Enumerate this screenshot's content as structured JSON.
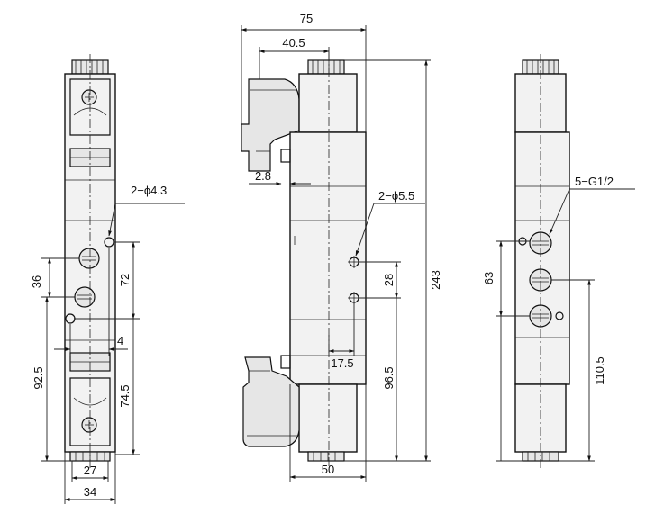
{
  "views": {
    "left": {
      "labels": {
        "hole_callout": "2−ϕ4.3",
        "height_36": "36",
        "height_72": "72",
        "width_4": "4",
        "height_92_5": "92.5",
        "height_74_5": "74.5",
        "width_27": "27",
        "width_34": "34"
      }
    },
    "center": {
      "labels": {
        "width_75": "75",
        "width_40_5": "40.5",
        "offset_2_8": "2.8",
        "hole_callout": "2−ϕ5.5",
        "height_28": "28",
        "offset_17_5": "17.5",
        "height_96_5": "96.5",
        "height_243": "243",
        "width_50": "50"
      }
    },
    "right": {
      "labels": {
        "port_callout": "5−G1/2",
        "height_63": "63",
        "height_110_5": "110.5"
      }
    }
  }
}
